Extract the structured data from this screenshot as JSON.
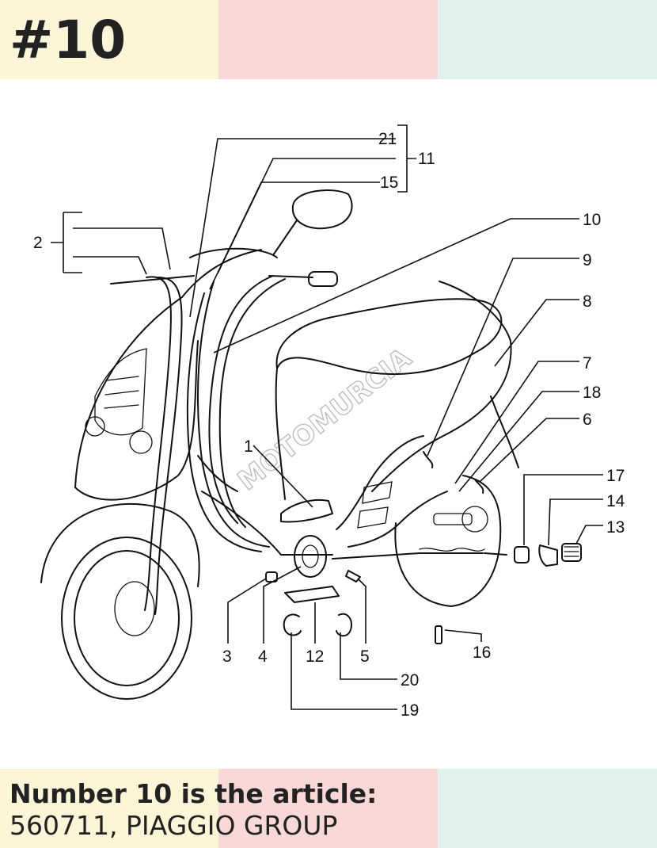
{
  "header": {
    "title": "#10",
    "band_colors": [
      "#fdf5d7",
      "#f9d8d8",
      "#e1f1ec"
    ]
  },
  "diagram": {
    "watermark": "MOTOMURCIA",
    "labels": {
      "l1": "1",
      "l2": "2",
      "l3": "3",
      "l4": "4",
      "l5": "5",
      "l6": "6",
      "l7": "7",
      "l8": "8",
      "l9": "9",
      "l10": "10",
      "l11": "11",
      "l12": "12",
      "l13": "13",
      "l14": "14",
      "l15": "15",
      "l16": "16",
      "l17": "17",
      "l18": "18",
      "l19": "19",
      "l20": "20",
      "l21": "21"
    }
  },
  "caption": {
    "line1": "Number 10 is the article:",
    "line2": "560711, PIAGGIO GROUP"
  }
}
